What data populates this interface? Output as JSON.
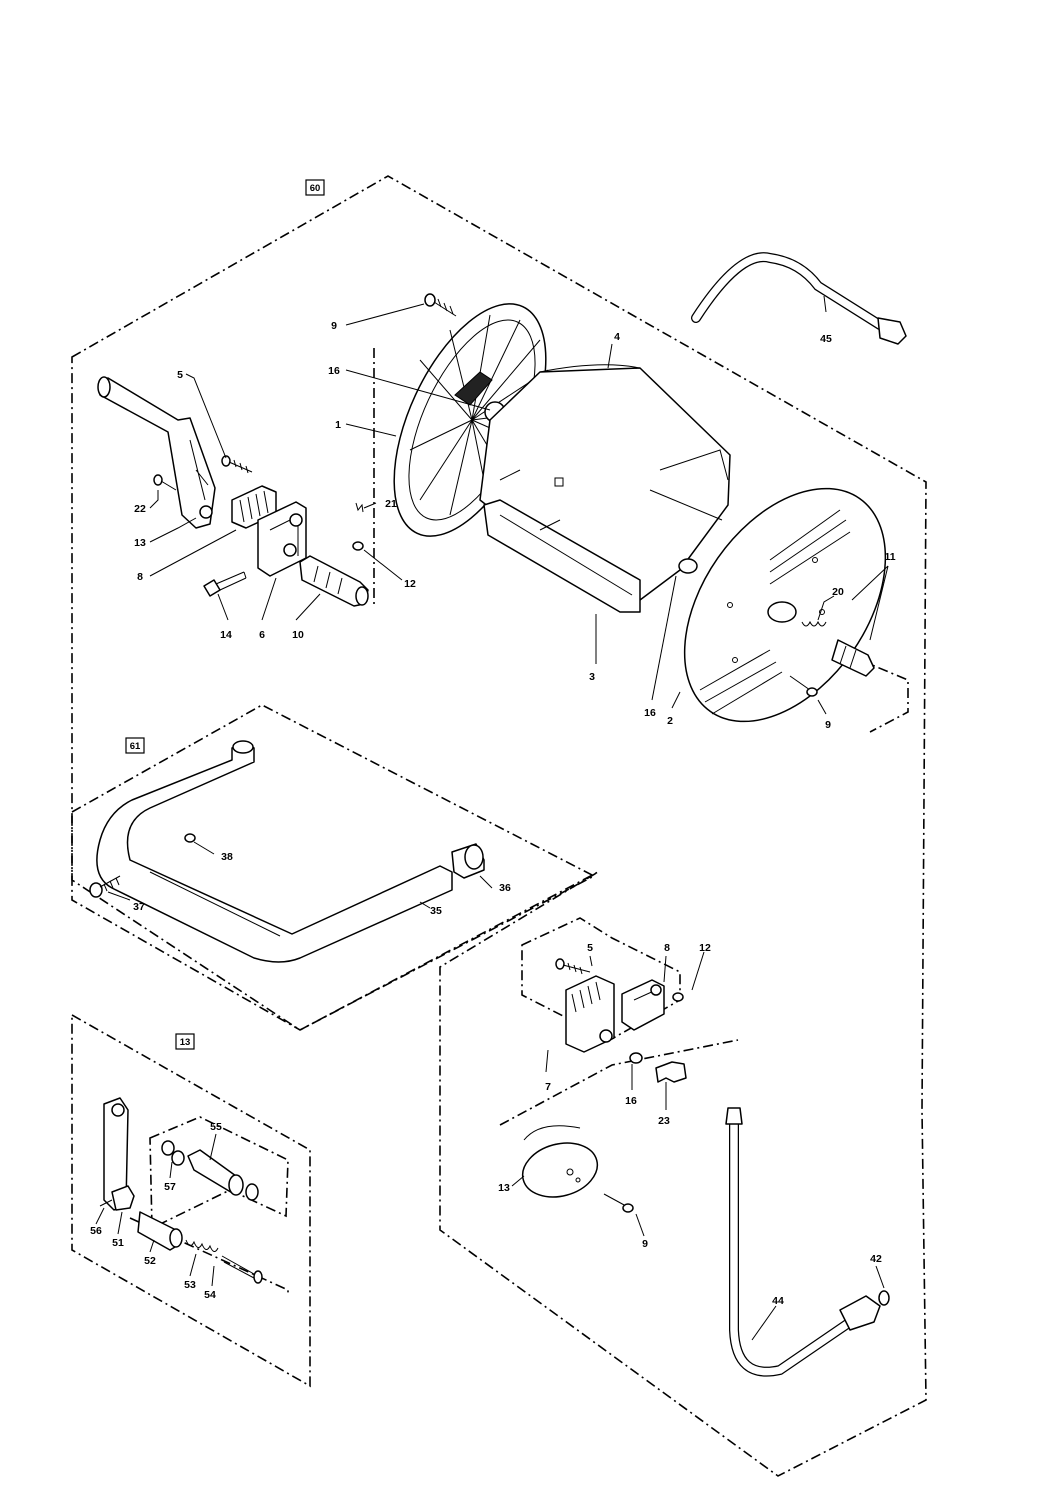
{
  "group_boxes": {
    "reel": "60",
    "frame": "61",
    "handle": "13"
  },
  "callouts": {
    "c9a": "9",
    "c16a": "16",
    "c1": "1",
    "c5a": "5",
    "c4": "4",
    "c45": "45",
    "c22": "22",
    "c13a": "13",
    "c8a": "8",
    "c14": "14",
    "c6": "6",
    "c10": "10",
    "c21": "21",
    "c12a": "12",
    "c3": "3",
    "c16b": "16",
    "c2": "2",
    "c9b": "9",
    "c20": "20",
    "c11": "11",
    "c38": "38",
    "c37": "37",
    "c35": "35",
    "c36": "36",
    "c5b": "5",
    "c8b": "8",
    "c12b": "12",
    "c7": "7",
    "c16c": "16",
    "c23": "23",
    "c13b": "13",
    "c9c": "9",
    "c42": "42",
    "c44": "44",
    "c55": "55",
    "c57": "57",
    "c56": "56",
    "c51": "51",
    "c52": "52",
    "c53": "53",
    "c54": "54"
  }
}
